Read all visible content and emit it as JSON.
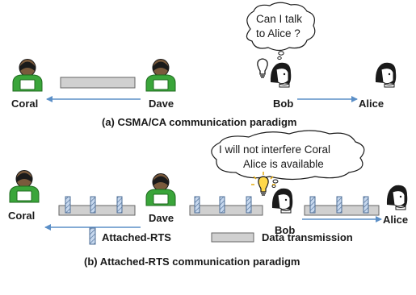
{
  "colors": {
    "arrow": "#5b8fc7",
    "green_person": "#3aa53a",
    "green_outline": "#1f6b1f",
    "bar_fill": "#d0d0d0",
    "bar_stroke": "#666666",
    "rts_fill": "#b8cde6"
  },
  "part_a": {
    "nodes": {
      "coral": "Coral",
      "dave": "Dave",
      "bob": "Bob",
      "alice": "Alice"
    },
    "bubble_line1": "Can I talk",
    "bubble_line2": "to Alice ?",
    "caption": "(a) CSMA/CA communication paradigm",
    "icon": "thinking-bulb-icon"
  },
  "part_b": {
    "nodes": {
      "coral": "Coral",
      "dave": "Dave",
      "bob": "Bob",
      "alice": "Alice"
    },
    "bubble_line1": "I will not interfere Coral",
    "bubble_line2": "Alice is available",
    "caption": "(b) Attached-RTS communication paradigm",
    "icon": "lit-bulb-icon"
  },
  "legend": {
    "rts_label": "Attached-RTS",
    "data_label": "Data transmission"
  }
}
